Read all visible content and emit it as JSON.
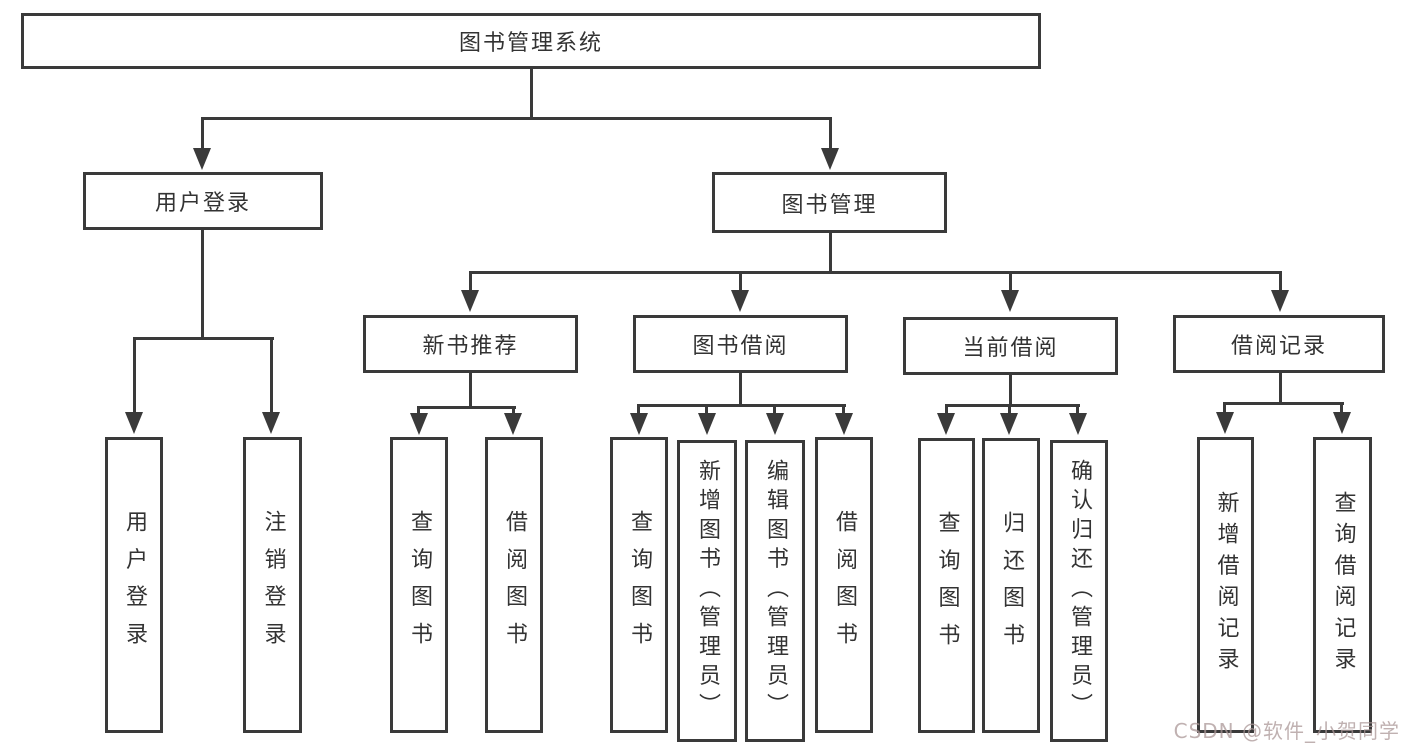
{
  "tree": {
    "root": "图书管理系统",
    "branches": [
      {
        "label": "用户登录",
        "leaves": [
          "用户登录",
          "注销登录"
        ]
      },
      {
        "label": "图书管理",
        "groups": [
          {
            "label": "新书推荐",
            "leaves": [
              "查询图书",
              "借阅图书"
            ]
          },
          {
            "label": "图书借阅",
            "leaves": [
              "查询图书",
              "新增图书（管理员）",
              "编辑图书（管理员）",
              "借阅图书"
            ]
          },
          {
            "label": "当前借阅",
            "leaves": [
              "查询图书",
              "归还图书",
              "确认归还（管理员）"
            ]
          },
          {
            "label": "借阅记录",
            "leaves": [
              "新增借阅记录",
              "查询借阅记录"
            ]
          }
        ]
      }
    ]
  },
  "watermark": {
    "text": "CSDN @软件_小贺同学",
    "color": "#ab9898"
  },
  "colors": {
    "line": "#3a3a3a",
    "box_background": "#ffffff",
    "text": "#333333"
  }
}
